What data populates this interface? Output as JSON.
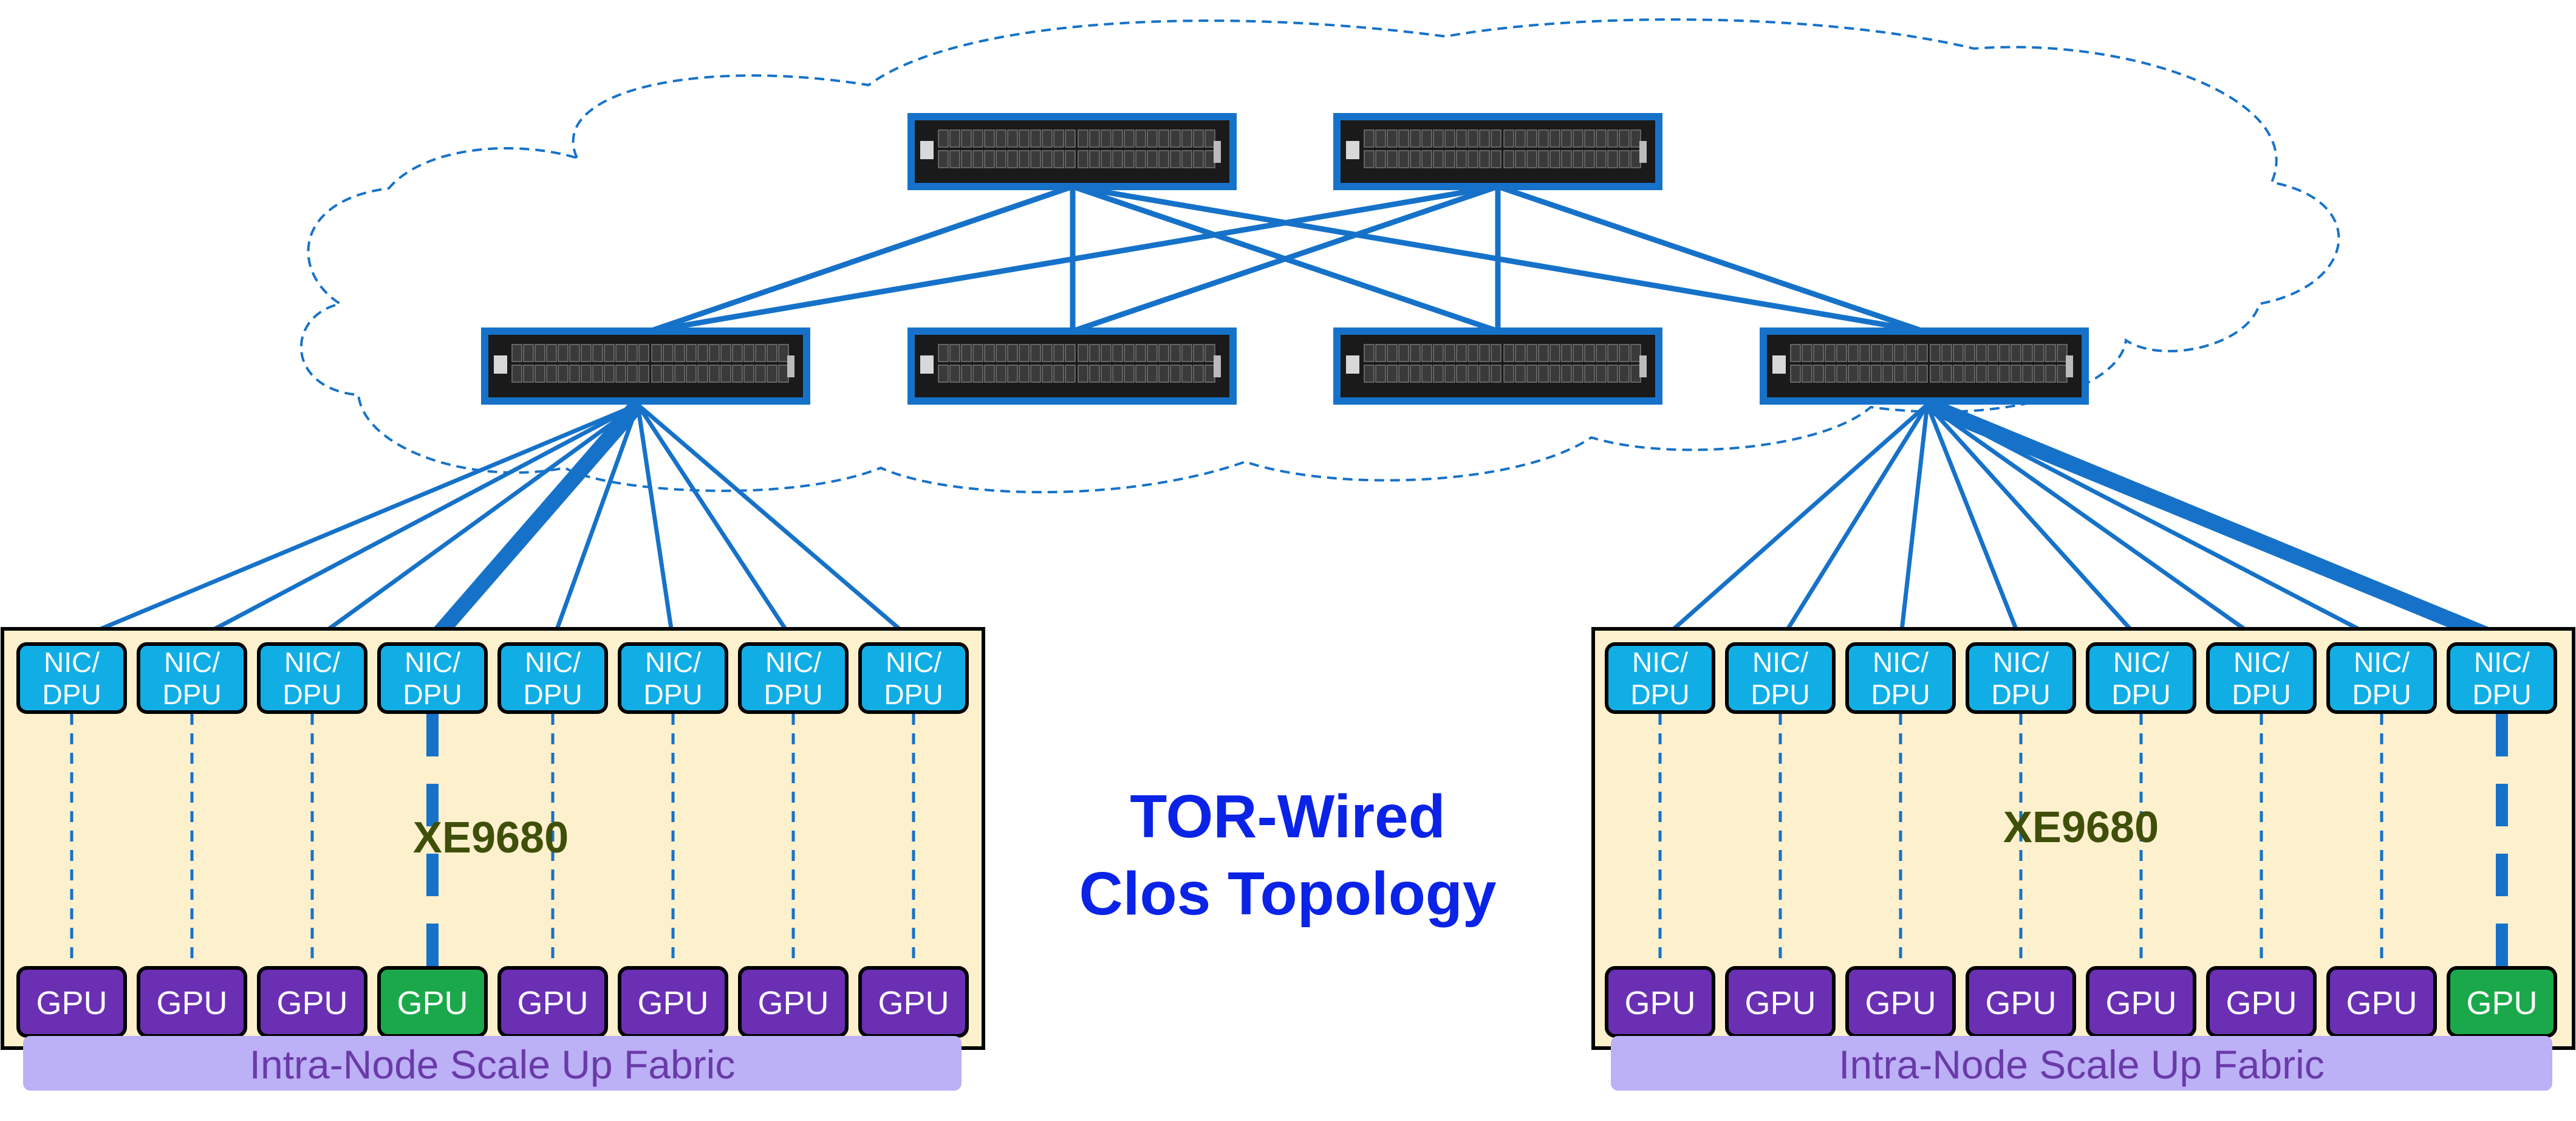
{
  "title": {
    "line1": "TOR-Wired",
    "line2": "Clos Topology"
  },
  "colors": {
    "link": "#1672c9",
    "switch_border": "#1672c9",
    "switch_body": "#1a1a1a",
    "nic": "#11aee6",
    "gpu": "#6a2fb3",
    "gpu_active": "#1ba84a",
    "node_bg": "#fdf0cc",
    "fabric_bar": "#bcb0f7",
    "fabric_text": "#6a3aa8",
    "model_text": "#3f4f0a",
    "title_text": "#0a23e6"
  },
  "switches": {
    "spine": [
      "spine-switch-1",
      "spine-switch-2"
    ],
    "leaf": [
      "leaf-switch-1",
      "leaf-switch-2",
      "leaf-switch-3",
      "leaf-switch-4"
    ]
  },
  "nodes": [
    {
      "model": "XE9680",
      "fabric_label": "Intra-Node Scale Up Fabric",
      "nic_label": [
        "NIC/",
        "DPU"
      ],
      "gpu_label": "GPU",
      "nic_count": 8,
      "active_index": 3,
      "uplink_switch": "leaf-switch-1"
    },
    {
      "model": "XE9680",
      "fabric_label": "Intra-Node Scale Up Fabric",
      "nic_label": [
        "NIC/",
        "DPU"
      ],
      "gpu_label": "GPU",
      "nic_count": 8,
      "active_index": 7,
      "uplink_switch": "leaf-switch-4"
    }
  ]
}
